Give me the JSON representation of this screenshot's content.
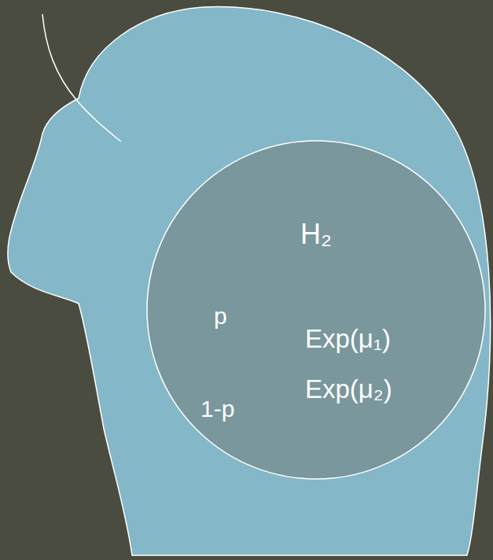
{
  "diagram": {
    "nodes": [
      {
        "text": [
          "H₂"
        ]
      }
    ],
    "labels": [
      "p",
      "Exp(μ₁)",
      "Exp(μ₂)",
      "1-p"
    ]
  }
}
